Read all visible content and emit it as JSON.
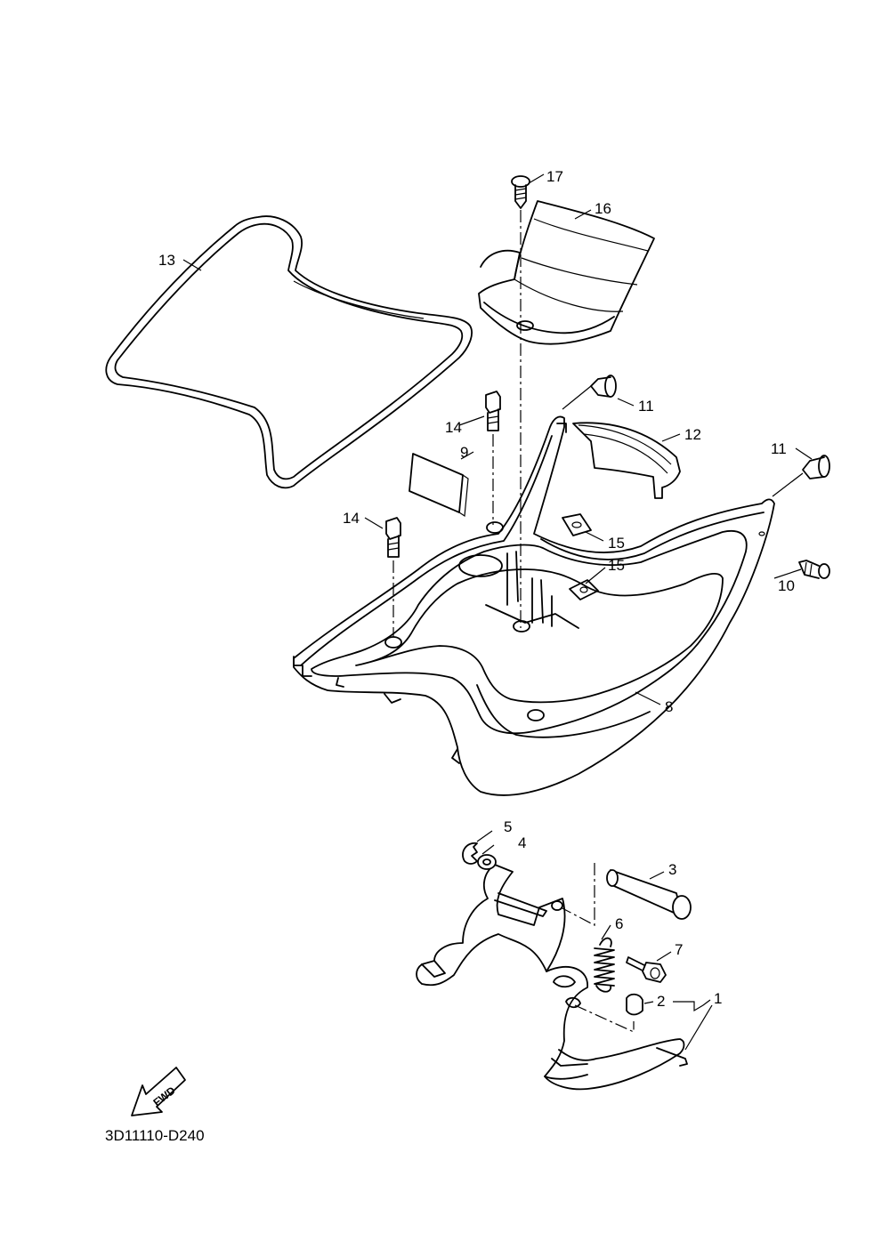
{
  "diagram": {
    "code": "3D11110-D240",
    "fwd_label": "FWD",
    "callouts": [
      {
        "id": "c1",
        "label": "1"
      },
      {
        "id": "c2",
        "label": "2"
      },
      {
        "id": "c3",
        "label": "3"
      },
      {
        "id": "c4",
        "label": "4"
      },
      {
        "id": "c5",
        "label": "5"
      },
      {
        "id": "c6",
        "label": "6"
      },
      {
        "id": "c7",
        "label": "7"
      },
      {
        "id": "c8",
        "label": "8"
      },
      {
        "id": "c9",
        "label": "9"
      },
      {
        "id": "c10",
        "label": "10"
      },
      {
        "id": "c11a",
        "label": "11"
      },
      {
        "id": "c11b",
        "label": "11"
      },
      {
        "id": "c12",
        "label": "12"
      },
      {
        "id": "c13",
        "label": "13"
      },
      {
        "id": "c14a",
        "label": "14"
      },
      {
        "id": "c14b",
        "label": "14"
      },
      {
        "id": "c15a",
        "label": "15"
      },
      {
        "id": "c15b",
        "label": "15"
      },
      {
        "id": "c16",
        "label": "16"
      },
      {
        "id": "c17",
        "label": "17"
      }
    ]
  }
}
